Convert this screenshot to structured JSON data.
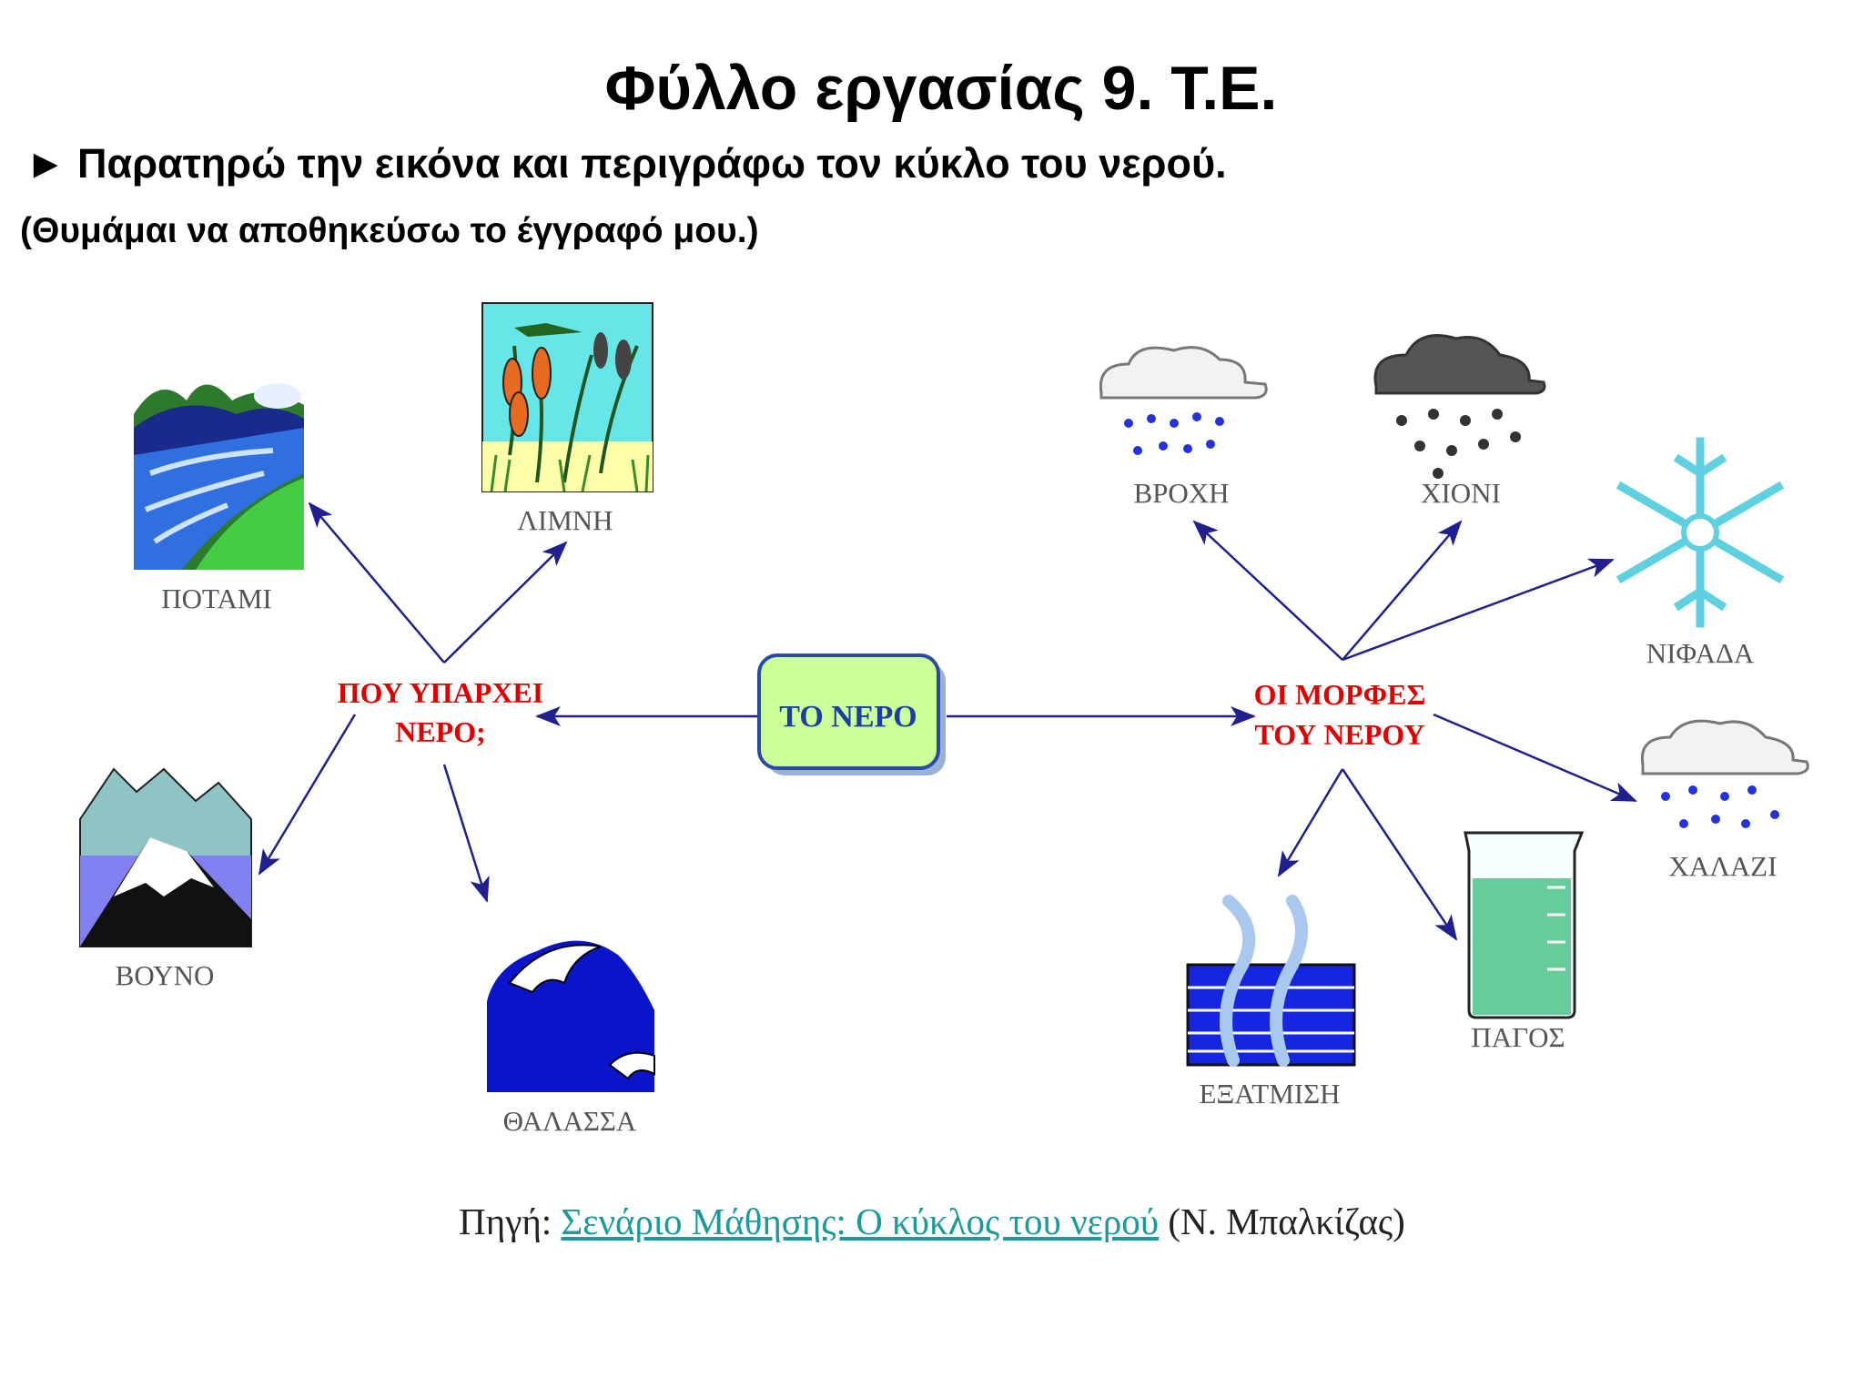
{
  "heading": {
    "title": "Φύλλο εργασίας 9. Τ.Ε.",
    "instruction": "► Παρατηρώ την εικόνα και περιγράφω τον κύκλο του νερού.",
    "note": "(Θυμάμαι να αποθηκεύσω το έγγραφό μου.)"
  },
  "diagram": {
    "center": "ΤΟ ΝΕΡΟ",
    "where_node": [
      "ΠΟΥ ΥΠΑΡΧΕΙ",
      "ΝΕΡΟ;"
    ],
    "forms_node": [
      "ΟΙ ΜΟΡΦΕΣ",
      "ΤΟΥ ΝΕΡΟΥ"
    ],
    "places": {
      "river": "ΠΟΤΑΜΙ",
      "lake": "ΛΙΜΝΗ",
      "mountain": "ΒΟΥΝΟ",
      "sea": "ΘΑΛΑΣΣΑ"
    },
    "forms": {
      "rain": "ΒΡΟΧΗ",
      "snow": "ΧΙΟΝΙ",
      "snowflake": "ΝΙΦΑΔΑ",
      "hail": "ΧΑΛΑΖΙ",
      "ice": "ΠΑΓΟΣ",
      "evaporation": "ΕΞΑΤΜΙΣΗ"
    }
  },
  "source": {
    "prefix": "Πηγή: ",
    "link_text": "Σενάριο Μάθησης: Ο κύκλος του νερού",
    "suffix": " (Ν. Μπαλκίζας)"
  },
  "colors": {
    "arrow": "#1f1f8f",
    "center_fill": "#ccff99",
    "red_label": "#e00000",
    "water_blue": "#1f5fd6"
  }
}
